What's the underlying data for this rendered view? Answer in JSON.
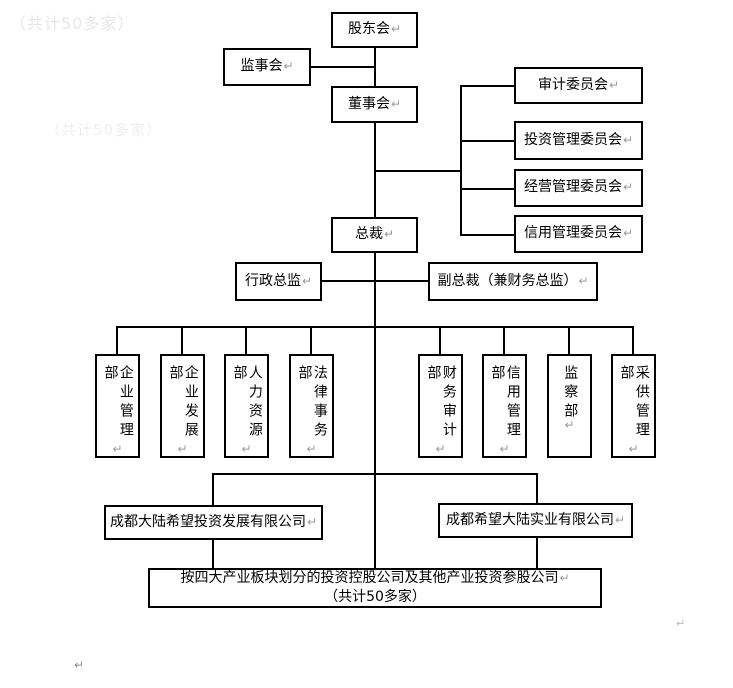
{
  "watermarks": {
    "top_left": "（共计50多家）",
    "mid_left": "（共计50多家）"
  },
  "marks": {
    "return_glyph": "↵"
  },
  "org_chart": {
    "governance": {
      "shareholders_meeting": "股东会",
      "supervisory_board": "监事会",
      "board_of_directors": "董事会"
    },
    "committees": [
      {
        "name": "审计委员会"
      },
      {
        "name": "投资管理委员会"
      },
      {
        "name": "经营管理委员会"
      },
      {
        "name": "信用管理委员会"
      }
    ],
    "executives": {
      "president": "总裁",
      "admin_director": "行政总监",
      "vice_president": "副总裁（兼财务总监）"
    },
    "departments": [
      {
        "name": "企业管理部"
      },
      {
        "name": "企业发展部"
      },
      {
        "name": "人力资源部"
      },
      {
        "name": "法律事务部"
      },
      {
        "name": "财务审计部"
      },
      {
        "name": "信用管理部"
      },
      {
        "name": "监察部"
      },
      {
        "name": "采供管理部"
      }
    ],
    "subsidiaries": [
      {
        "name": "成都大陆希望投资发展有限公司"
      },
      {
        "name": "成都希望大陆实业有限公司"
      }
    ],
    "holding_note": {
      "line1": "按四大产业板块划分的投资控股公司及其他产业投资参股公司",
      "line2": "（共计50多家）"
    },
    "colors": {
      "line": "#000000",
      "text": "#000000",
      "paragraph_mark": "#9a9a9a",
      "watermark": "#e7e7e7",
      "background": "#ffffff"
    }
  }
}
